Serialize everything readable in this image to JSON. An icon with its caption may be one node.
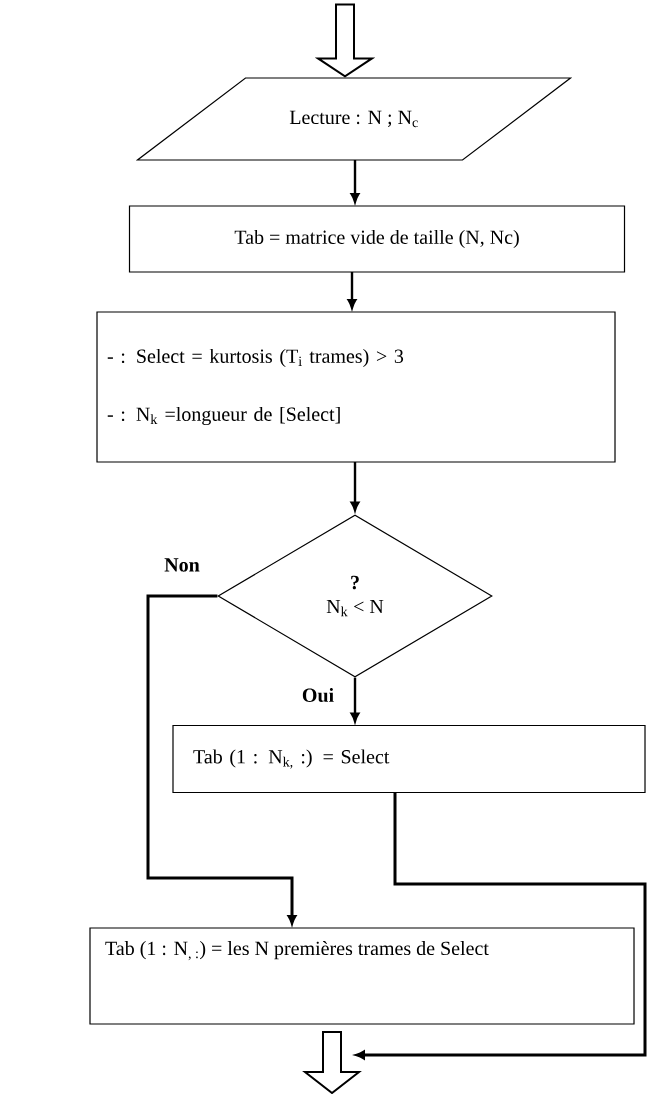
{
  "diagram": {
    "nodes": [
      {
        "text": [
          "Lecture : N ; N$_{c}$"
        ]
      },
      {
        "text": [
          "Tab = matrice vide de taille (N, Nc)"
        ]
      },
      {
        "text": [
          "- : Select = kurtosis (T$_{i}$ trames) > 3",
          "- : N$_{k}$ =longueur de [Select]"
        ]
      },
      {
        "text": [
          "?",
          "N$_{k}$ < N"
        ]
      },
      {
        "text": [
          "Tab (1 : N$_{k,}$ :) = Select"
        ]
      },
      {
        "text": [
          "Tab (1 : N$_{, :}$) = les N premières trames de Select"
        ]
      },
      {
        "text": [],
        "shape": "arrow"
      }
    ],
    "edges": [
      {
        "from": null,
        "to": 0,
        "arrow": "to"
      },
      {
        "from": 0,
        "to": 1,
        "arrow": "to"
      },
      {
        "from": 1,
        "to": 2,
        "arrow": "to"
      },
      {
        "from": 2,
        "to": 3,
        "arrow": "to"
      },
      {
        "from": 3,
        "to": 4,
        "label": "Oui",
        "arrow": "to"
      },
      {
        "from": 3,
        "to": 5,
        "label": "Non",
        "arrow": "to"
      },
      {
        "from": 4,
        "to": 6,
        "arrow": "to"
      }
    ]
  }
}
